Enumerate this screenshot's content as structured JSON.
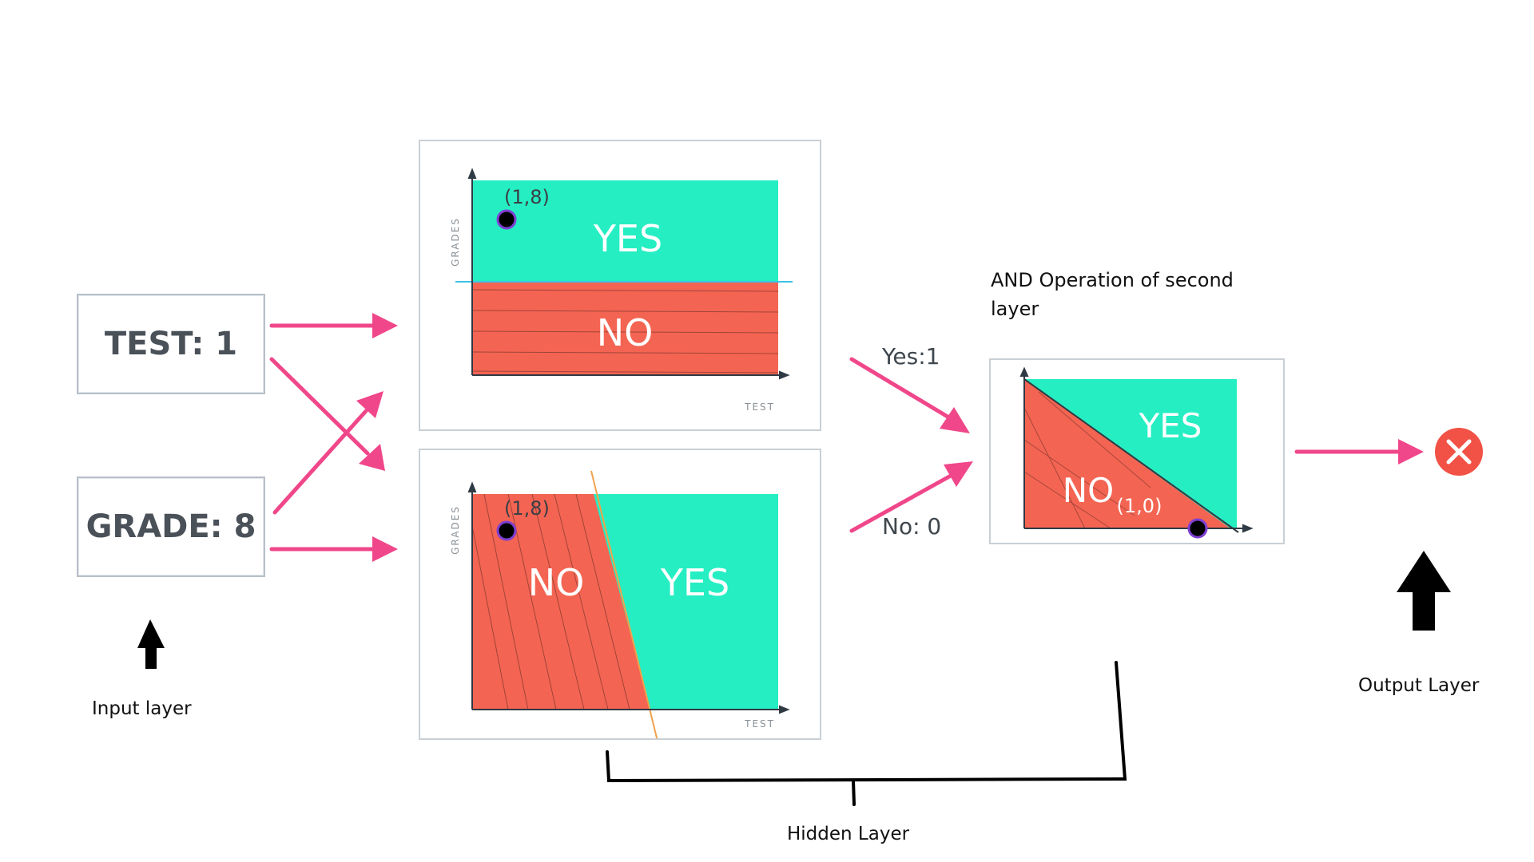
{
  "inputs": {
    "test": "TEST: 1",
    "grade": "GRADE: 8"
  },
  "panel_top": {
    "y_axis": "GRADES",
    "x_axis": "TEST",
    "point": "(1,8)",
    "region_upper": "YES",
    "region_lower": "NO"
  },
  "panel_bottom": {
    "y_axis": "GRADES",
    "x_axis": "TEST",
    "point": "(1,8)",
    "region_left": "NO",
    "region_right": "YES"
  },
  "panel_and": {
    "title_line1": "AND Operation of second",
    "title_line2": "layer",
    "region_upper": "YES",
    "region_lower": "NO",
    "point": "(1,0)"
  },
  "edges": {
    "yes": "Yes:1",
    "no": "No: 0"
  },
  "captions": {
    "input": "Input layer",
    "hidden": "Hidden Layer",
    "output": "Output Layer"
  },
  "colors": {
    "yes_region": "#25eec3",
    "no_region": "#f46452",
    "arrow": "#f0478a",
    "output_node": "#f15245",
    "point": "#000000",
    "point_ring": "#7e3fd1",
    "boundary_top": "#3cc3e6",
    "boundary_bottom": "#f0a24b"
  },
  "icons": {
    "output": "close-icon",
    "input_pointer": "up-arrow-icon",
    "output_pointer": "up-arrow-icon"
  }
}
